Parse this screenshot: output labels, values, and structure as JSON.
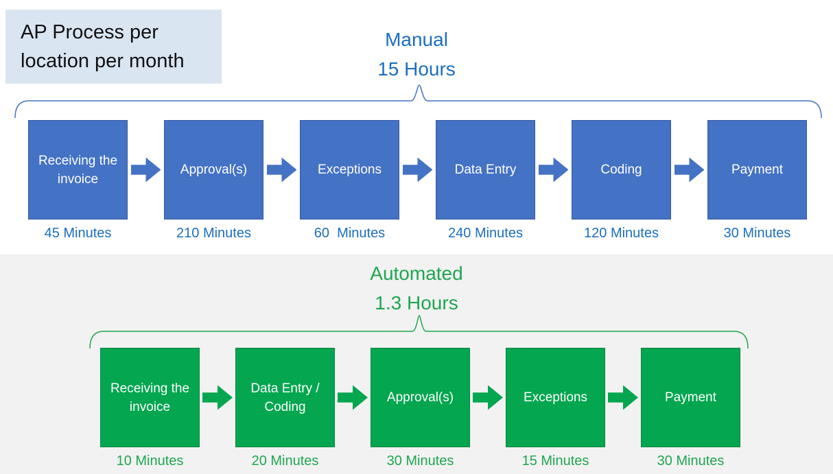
{
  "page": {
    "title_box": "AP Process per location per month"
  },
  "manual": {
    "title": "Manual",
    "subtitle": "15 Hours",
    "steps": [
      {
        "label": "Receiving the invoice",
        "duration": "45 Minutes"
      },
      {
        "label": "Approval(s)",
        "duration": "210 Minutes"
      },
      {
        "label": "Exceptions",
        "duration": "60  Minutes"
      },
      {
        "label": "Data Entry",
        "duration": "240 Minutes"
      },
      {
        "label": "Coding",
        "duration": "120 Minutes"
      },
      {
        "label": "Payment",
        "duration": "30 Minutes"
      }
    ]
  },
  "automated": {
    "title": "Automated",
    "subtitle": "1.3 Hours",
    "steps": [
      {
        "label": "Receiving the invoice",
        "duration": "10 Minutes"
      },
      {
        "label": "Data Entry / Coding",
        "duration": "20 Minutes"
      },
      {
        "label": "Approval(s)",
        "duration": "30 Minutes"
      },
      {
        "label": "Exceptions",
        "duration": "15 Minutes"
      },
      {
        "label": "Payment",
        "duration": "30 Minutes"
      }
    ]
  },
  "colors": {
    "manual_accent": "#1b6ebe",
    "manual_box_fill": "#4472c4",
    "manual_box_border": "#35599b",
    "automated_accent": "#1fa64f",
    "automated_box_fill": "#04a650",
    "automated_box_border": "#07843d",
    "header_box_bg": "#d9e5f1",
    "lower_section_bg": "#f2f2f2"
  }
}
